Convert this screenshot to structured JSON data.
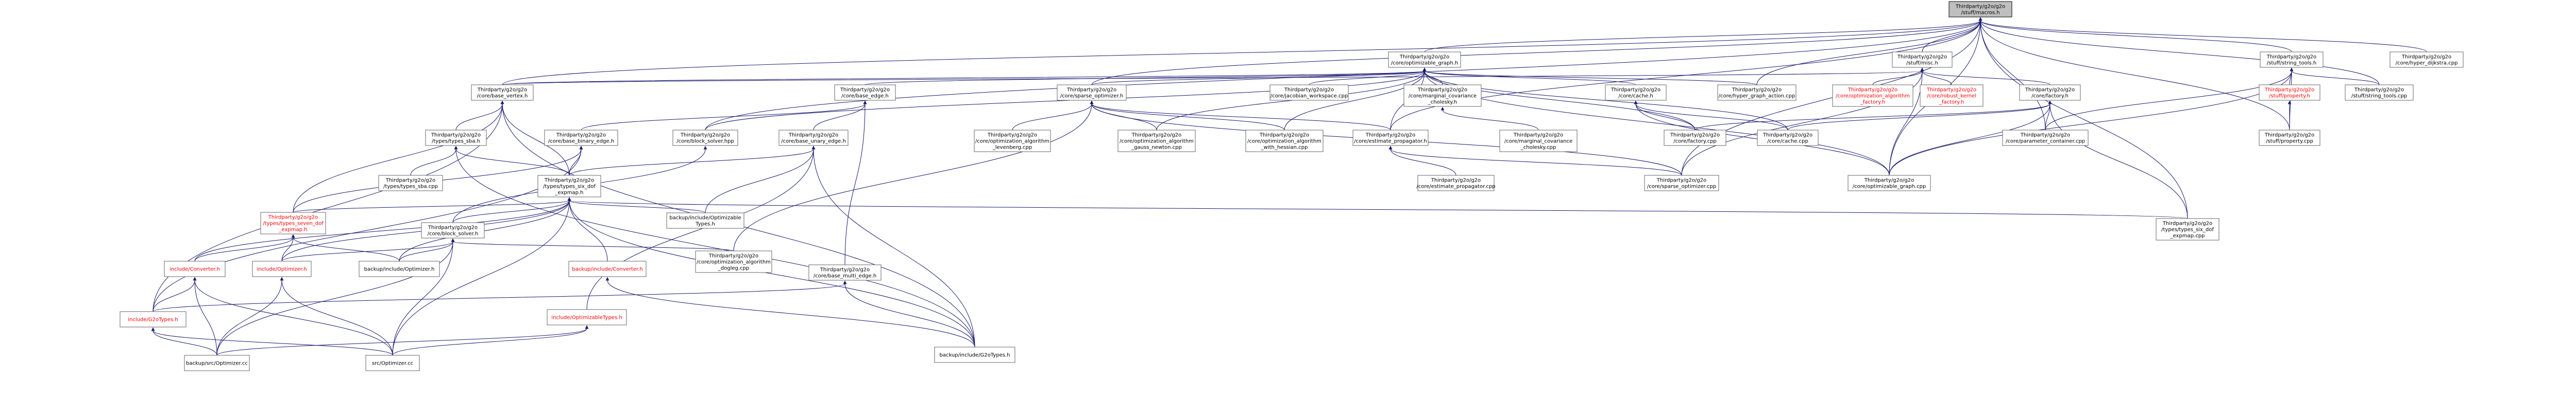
{
  "colors": {
    "edge": "#191970",
    "border": "#666666",
    "root_fill": "#bfbfbf",
    "red_text": "#ff0000"
  },
  "nodes": [
    {
      "id": "root",
      "lines": [
        "Thirdparty/g2o/g2o",
        "/stuff/macros.h"
      ],
      "root": true
    },
    {
      "id": "optgraph_h",
      "lines": [
        "Thirdparty/g2o/g2o",
        "/core/optimizable_graph.h"
      ]
    },
    {
      "id": "misc_h",
      "lines": [
        "Thirdparty/g2o/g2o",
        "/stuff/misc.h"
      ]
    },
    {
      "id": "string_tools_h",
      "lines": [
        "Thirdparty/g2o/g2o",
        "/stuff/string_tools.h"
      ]
    },
    {
      "id": "hyper_dijkstra",
      "lines": [
        "Thirdparty/g2o/g2o",
        "/core/hyper_dijkstra.cpp"
      ]
    },
    {
      "id": "base_vertex",
      "lines": [
        "Thirdparty/g2o/g2o",
        "/core/base_vertex.h"
      ]
    },
    {
      "id": "base_edge",
      "lines": [
        "Thirdparty/g2o/g2o",
        "/core/base_edge.h"
      ]
    },
    {
      "id": "sparse_opt_h",
      "lines": [
        "Thirdparty/g2o/g2o",
        "/core/sparse_optimizer.h"
      ]
    },
    {
      "id": "jac_ws",
      "lines": [
        "Thirdparty/g2o/g2o",
        "/core/jacobian_workspace.cpp"
      ]
    },
    {
      "id": "marg_cov_h",
      "lines": [
        "Thirdparty/g2o/g2o",
        "/core/marginal_covariance",
        "_cholesky.h"
      ]
    },
    {
      "id": "cache_h",
      "lines": [
        "Thirdparty/g2o/g2o",
        "/core/cache.h"
      ]
    },
    {
      "id": "hyper_graph_action",
      "lines": [
        "Thirdparty/g2o/g2o",
        "/core/hyper_graph_action.cpp"
      ]
    },
    {
      "id": "opt_alg_factory",
      "lines": [
        "Thirdparty/g2o/g2o",
        "/core/optimization_algorithm",
        "_factory.h"
      ],
      "red": true
    },
    {
      "id": "robust_kernel_factory",
      "lines": [
        "Thirdparty/g2o/g2o",
        "/core/robust_kernel",
        "_factory.h"
      ],
      "red": true
    },
    {
      "id": "factory_h",
      "lines": [
        "Thirdparty/g2o/g2o",
        "/core/factory.h"
      ]
    },
    {
      "id": "property_h",
      "lines": [
        "Thirdparty/g2o/g2o",
        "/stuff/property.h"
      ],
      "red": true
    },
    {
      "id": "string_tools_cpp",
      "lines": [
        "Thirdparty/g2o/g2o",
        "/stuff/string_tools.cpp"
      ]
    },
    {
      "id": "types_sba",
      "lines": [
        "Thirdparty/g2o/g2o",
        "/types/types_sba.h"
      ]
    },
    {
      "id": "base_binary",
      "lines": [
        "Thirdparty/g2o/g2o",
        "/core/base_binary_edge.h"
      ]
    },
    {
      "id": "block_solver_hpp",
      "lines": [
        "Thirdparty/g2o/g2o",
        "/core/block_solver.hpp"
      ]
    },
    {
      "id": "base_unary",
      "lines": [
        "Thirdparty/g2o/g2o",
        "/core/base_unary_edge.h"
      ]
    },
    {
      "id": "opt_lev",
      "lines": [
        "Thirdparty/g2o/g2o",
        "/core/optimization_algorithm",
        "_levenberg.cpp"
      ]
    },
    {
      "id": "opt_gn",
      "lines": [
        "Thirdparty/g2o/g2o",
        "/core/optimization_algorithm",
        "_gauss_newton.cpp"
      ]
    },
    {
      "id": "opt_hess",
      "lines": [
        "Thirdparty/g2o/g2o",
        "/core/optimization_algorithm",
        "_with_hessian.cpp"
      ]
    },
    {
      "id": "est_prop_h",
      "lines": [
        "Thirdparty/g2o/g2o",
        "/core/estimate_propagator.h"
      ]
    },
    {
      "id": "marg_cov_cpp",
      "lines": [
        "Thirdparty/g2o/g2o",
        "/core/marginal_covariance",
        "_cholesky.cpp"
      ]
    },
    {
      "id": "factory_cpp",
      "lines": [
        "Thirdparty/g2o/g2o",
        "/core/factory.cpp"
      ]
    },
    {
      "id": "cache_cpp",
      "lines": [
        "Thirdparty/g2o/g2o",
        "/core/cache.cpp"
      ]
    },
    {
      "id": "param_cont",
      "lines": [
        "Thirdparty/g2o/g2o",
        "/core/parameter_container.cpp"
      ]
    },
    {
      "id": "property_cpp",
      "lines": [
        "Thirdparty/g2o/g2o",
        "/stuff/property.cpp"
      ]
    },
    {
      "id": "types_sba_cpp",
      "lines": [
        "Thirdparty/g2o/g2o",
        "/types/types_sba.cpp"
      ]
    },
    {
      "id": "types_six_h",
      "lines": [
        "Thirdparty/g2o/g2o",
        "/types/types_six_dof",
        "_expmap.h"
      ]
    },
    {
      "id": "est_prop_cpp",
      "lines": [
        "Thirdparty/g2o/g2o",
        "/core/estimate_propagator.cpp"
      ]
    },
    {
      "id": "sparse_opt_cpp",
      "lines": [
        "Thirdparty/g2o/g2o",
        "/core/sparse_optimizer.cpp"
      ]
    },
    {
      "id": "optgraph_cpp",
      "lines": [
        "Thirdparty/g2o/g2o",
        "/core/optimizable_graph.cpp"
      ]
    },
    {
      "id": "types_seven",
      "lines": [
        "Thirdparty/g2o/g2o",
        "/types/types_seven_dof",
        "_expmap.h"
      ],
      "red": true
    },
    {
      "id": "block_solver_h",
      "lines": [
        "Thirdparty/g2o/g2o",
        "/core/block_solver.h"
      ]
    },
    {
      "id": "backup_opt_types",
      "lines": [
        "backup/include/Optimizable",
        "Types.h"
      ]
    },
    {
      "id": "types_six_cpp",
      "lines": [
        "Thirdparty/g2o/g2o",
        "/types/types_six_dof",
        "_expmap.cpp"
      ]
    },
    {
      "id": "inc_converter",
      "lines": [
        "include/Converter.h"
      ],
      "red": true
    },
    {
      "id": "inc_optimizer",
      "lines": [
        "include/Optimizer.h"
      ],
      "red": true
    },
    {
      "id": "backup_optimizer_h",
      "lines": [
        "backup/include/Optimizer.h"
      ]
    },
    {
      "id": "backup_converter",
      "lines": [
        "backup/include/Converter.h"
      ],
      "red": true
    },
    {
      "id": "opt_dogleg",
      "lines": [
        "Thirdparty/g2o/g2o",
        "/core/optimization_algorithm",
        "_dogleg.cpp"
      ]
    },
    {
      "id": "base_multi",
      "lines": [
        "Thirdparty/g2o/g2o",
        "/core/base_multi_edge.h"
      ]
    },
    {
      "id": "inc_opt_types",
      "lines": [
        "include/OptimizableTypes.h"
      ],
      "red": true
    },
    {
      "id": "inc_g2otypes",
      "lines": [
        "include/G2oTypes.h"
      ],
      "red": true
    },
    {
      "id": "backup_g2otypes",
      "lines": [
        "backup/include/G2oTypes.h"
      ]
    },
    {
      "id": "backup_opt_cc",
      "lines": [
        "backup/src/Optimizer.cc"
      ]
    },
    {
      "id": "src_opt_cc",
      "lines": [
        "src/Optimizer.cc"
      ]
    }
  ]
}
